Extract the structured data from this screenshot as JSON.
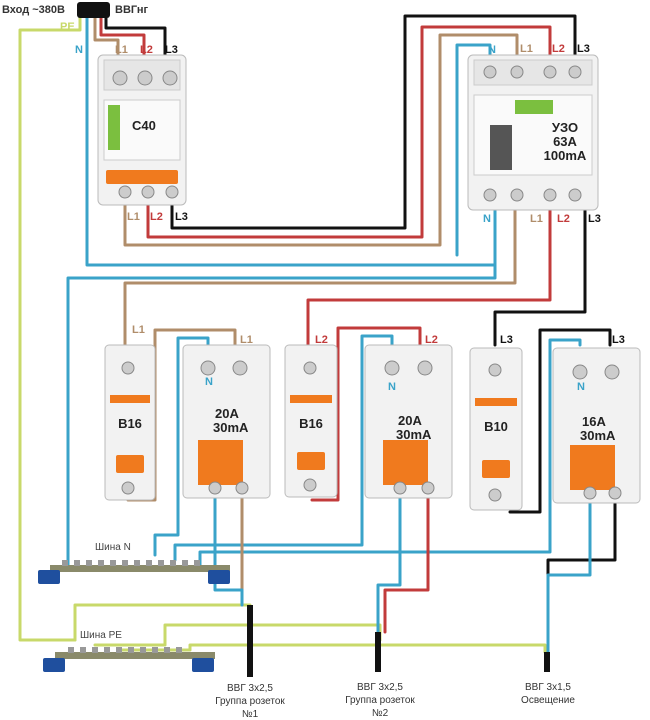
{
  "colors": {
    "phase_l1": "#b08d6a",
    "phase_l2": "#c23b3b",
    "phase_l3": "#111111",
    "neutral": "#3aa3c9",
    "pe": "#c8d96a",
    "handle": "#f07a1e",
    "device_body": "#f2f2f2",
    "bus_base": "#1f4f9e"
  },
  "header": {
    "input_label": "Вход ~380В",
    "cable_label": "ВВГнг",
    "pe": "PE"
  },
  "main_breaker": {
    "rating": "C40",
    "top_terminals": [
      "L1",
      "L2",
      "L3"
    ],
    "bottom_terminals": [
      "L1",
      "L2",
      "L3"
    ],
    "neutral": "N"
  },
  "uzo": {
    "line1": "УЗО",
    "line2": "63А",
    "line3": "100mA",
    "top_terminals": [
      "L1",
      "L2",
      "L3"
    ],
    "bottom_terminals": [
      "L1",
      "L2",
      "L3"
    ],
    "neutral_top": "N",
    "neutral_bottom": "N"
  },
  "breakers": [
    {
      "rating": "B16",
      "phase": "L1"
    },
    {
      "rating": "B16",
      "phase": "L2"
    },
    {
      "rating": "B10",
      "phase": "L3"
    }
  ],
  "rcbos": [
    {
      "line1": "20A",
      "line2": "30mA",
      "neutral": "N"
    },
    {
      "line1": "20A",
      "line2": "30mA",
      "neutral": "N"
    },
    {
      "line1": "16A",
      "line2": "30mA",
      "neutral": "N"
    }
  ],
  "rcbo_phases": [
    "L1",
    "L2",
    "L3"
  ],
  "buses": {
    "neutral": "Шина N",
    "pe": "Шина PE"
  },
  "outputs": [
    {
      "line1": "ВВГ 3х2,5",
      "line2": "Группа розеток",
      "line3": "№1"
    },
    {
      "line1": "ВВГ 3х2,5",
      "line2": "Группа розеток",
      "line3": "№2"
    },
    {
      "line1": "ВВГ 3х1,5",
      "line2": "Освещение",
      "line3": ""
    }
  ]
}
